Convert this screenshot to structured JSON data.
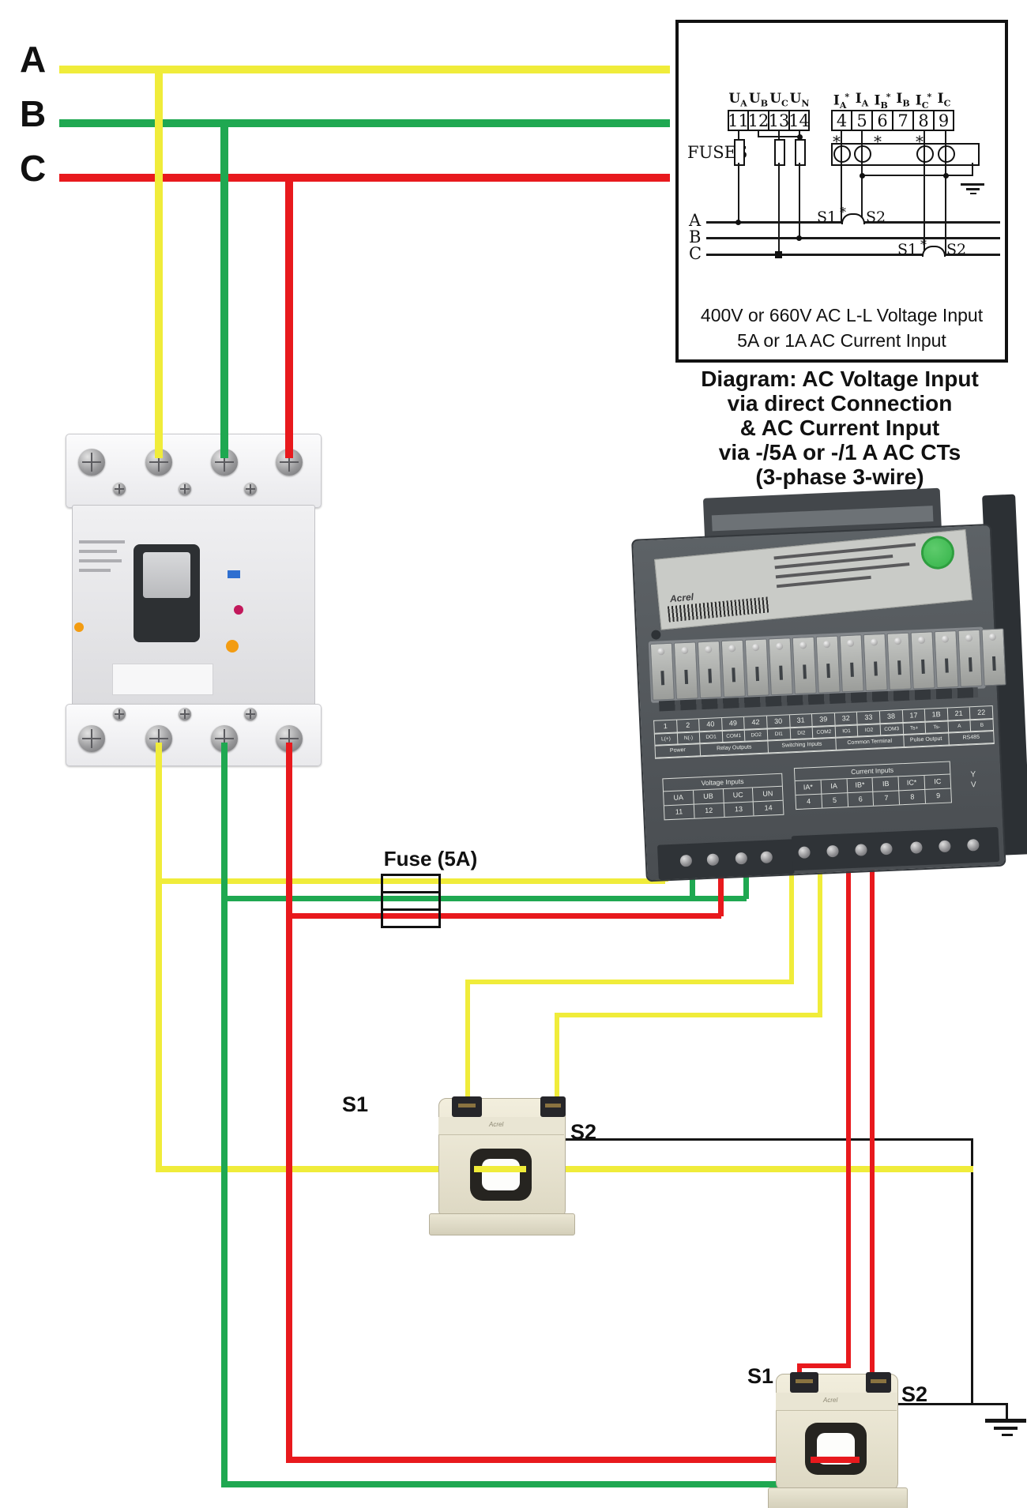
{
  "phases": {
    "a": "A",
    "b": "B",
    "c": "C"
  },
  "schematic": {
    "voltage_labels": [
      {
        "m": "U",
        "s": "A"
      },
      {
        "m": "U",
        "s": "B"
      },
      {
        "m": "U",
        "s": "C"
      },
      {
        "m": "U",
        "s": "N"
      }
    ],
    "voltage_terminals": [
      "11",
      "12",
      "13",
      "14"
    ],
    "current_labels": [
      {
        "m": "I",
        "s": "A",
        "star": true
      },
      {
        "m": "I",
        "s": "A",
        "star": false
      },
      {
        "m": "I",
        "s": "B",
        "star": true
      },
      {
        "m": "I",
        "s": "B",
        "star": false
      },
      {
        "m": "I",
        "s": "C",
        "star": true
      },
      {
        "m": "I",
        "s": "C",
        "star": false
      }
    ],
    "current_terminals": [
      "4",
      "5",
      "6",
      "7",
      "8",
      "9"
    ],
    "fuses_label": "FUSES",
    "row_labels": [
      "A",
      "B",
      "C"
    ],
    "ct_a": {
      "s1": "S1",
      "s2": "S2"
    },
    "ct_c": {
      "s1": "S1",
      "s2": "S2"
    },
    "caption_line1": "400V or 660V AC L-L Voltage Input",
    "caption_line2": "5A or 1A AC Current Input"
  },
  "title": {
    "line1": "Diagram: AC Voltage Input",
    "line2": "via direct Connection",
    "line3": "& AC Current Input",
    "line4": "via -/5A or -/1 A AC CTs",
    "line5": "(3-phase 3-wire)"
  },
  "fuse": {
    "label": "Fuse (5A)"
  },
  "meter": {
    "brand": "Acrel",
    "terminal_numbers": [
      "1",
      "2",
      "40",
      "49",
      "42",
      "30",
      "31",
      "39",
      "32",
      "33",
      "38",
      "17",
      "1B",
      "21",
      "22"
    ],
    "terminal_labels": [
      "L(+)",
      "N(-)",
      "DO1",
      "COM1",
      "DO2",
      "DI1",
      "DI2",
      "COM2",
      "IO1",
      "IO2",
      "COM3",
      "Ts+",
      "Ts-",
      "A",
      "B"
    ],
    "groups": [
      "Power",
      "Relay Outputs",
      "Switching Inputs",
      "Common Terminal",
      "Pulse Output",
      "RS485"
    ],
    "voltage_table": {
      "title": "Voltage Inputs",
      "row1": [
        "UA",
        "UB",
        "UC",
        "UN"
      ],
      "row2": [
        "11",
        "12",
        "13",
        "14"
      ]
    },
    "current_table": {
      "title": "Current Inputs",
      "row1": [
        "IA*",
        "IA",
        "IB*",
        "IB",
        "IC*",
        "IC"
      ],
      "row2": [
        "4",
        "5",
        "6",
        "7",
        "8",
        "9"
      ]
    },
    "side_marks": [
      "Y",
      "V"
    ]
  },
  "cts": {
    "ct1": {
      "s1": "S1",
      "s2": "S2",
      "brand": "Acrel"
    },
    "ct2": {
      "s1": "S1",
      "s2": "S2",
      "brand": "Acrel"
    }
  },
  "colors": {
    "phase_a": "#f0ec3a",
    "phase_b": "#1fa851",
    "phase_c": "#e8191d",
    "wire_black": "#151515",
    "logo_green": "#35b44a"
  }
}
